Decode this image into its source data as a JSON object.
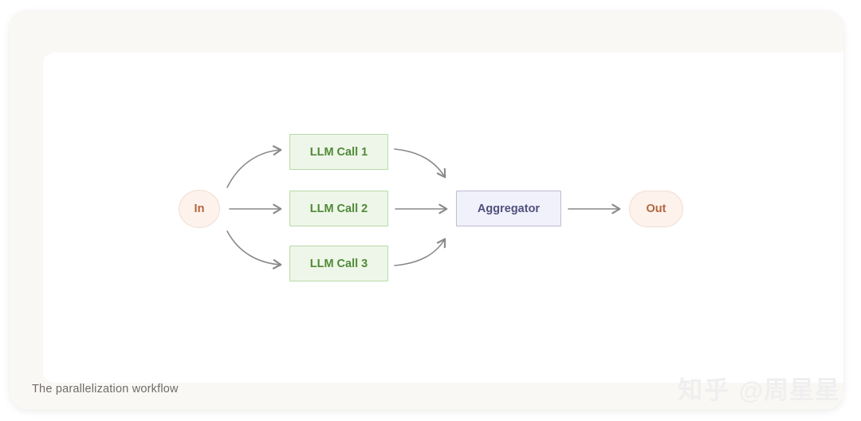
{
  "caption": "The parallelization workflow",
  "watermark": {
    "site": "知乎",
    "handle": "@周星星"
  },
  "colors": {
    "page_background": "#ffffff",
    "card_background": "#faf8f5",
    "panel_background": "#ffffff",
    "llm_fill": "#eef6e9",
    "llm_border": "#b9d9a6",
    "llm_text": "#4f8a36",
    "aggregator_fill": "#f1f1fb",
    "aggregator_border": "#bcbcd8",
    "aggregator_text": "#50507d",
    "endpoint_fill": "#fdf2ec",
    "endpoint_border": "#f0ded3",
    "endpoint_text": "#b4653f",
    "arrow": "#8a8a8a",
    "caption_text": "#6f6c68",
    "watermark_text": "#efefef"
  },
  "diagram": {
    "type": "flowchart",
    "title": "The parallelization workflow",
    "nodes": [
      {
        "id": "in",
        "label": "In",
        "shape": "circle",
        "role": "input"
      },
      {
        "id": "llm1",
        "label": "LLM Call 1",
        "shape": "rectangle",
        "role": "worker"
      },
      {
        "id": "llm2",
        "label": "LLM Call 2",
        "shape": "rectangle",
        "role": "worker"
      },
      {
        "id": "llm3",
        "label": "LLM Call 3",
        "shape": "rectangle",
        "role": "worker"
      },
      {
        "id": "aggregator",
        "label": "Aggregator",
        "shape": "rectangle",
        "role": "aggregator"
      },
      {
        "id": "out",
        "label": "Out",
        "shape": "pill",
        "role": "output"
      }
    ],
    "edges": [
      {
        "from": "in",
        "to": "llm1",
        "style": "curved"
      },
      {
        "from": "in",
        "to": "llm2",
        "style": "straight"
      },
      {
        "from": "in",
        "to": "llm3",
        "style": "curved"
      },
      {
        "from": "llm1",
        "to": "aggregator",
        "style": "curved"
      },
      {
        "from": "llm2",
        "to": "aggregator",
        "style": "straight"
      },
      {
        "from": "llm3",
        "to": "aggregator",
        "style": "curved"
      },
      {
        "from": "aggregator",
        "to": "out",
        "style": "straight"
      }
    ]
  }
}
